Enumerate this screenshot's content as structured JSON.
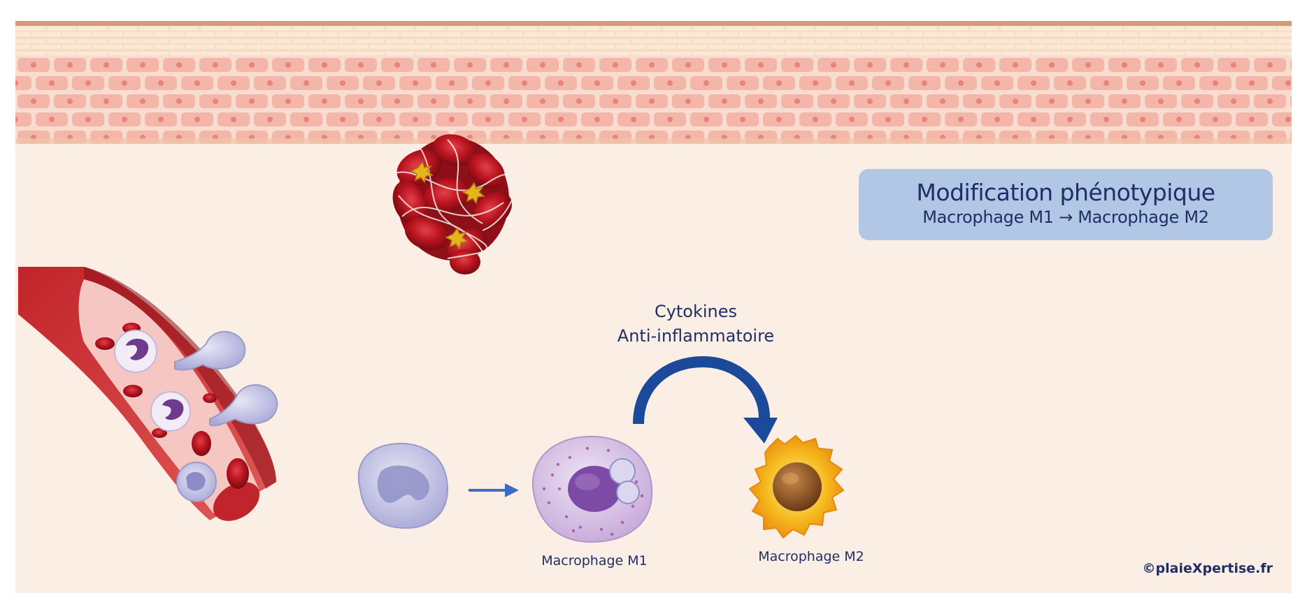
{
  "title_box": {
    "line1": "Modification phénotypique",
    "line2": "Macrophage M1 → Macrophage M2"
  },
  "cytokines": {
    "line1": "Cytokines",
    "line2": "Anti-inflammatoire"
  },
  "cells": {
    "m1_label": "Macrophage M1",
    "m2_label": "Macrophage M2"
  },
  "copyright": "©plaieXpertise.fr",
  "colors": {
    "background": "#fbefe5",
    "title_box": "#b2c6e6",
    "text": "#1e2f66",
    "arrow": "#1c4a9a",
    "blood": "#b81c22",
    "m2_cell": "#f5b31a",
    "m1_cell": "#c9b3dc"
  },
  "icons": [
    "skin-layer-icon",
    "blood-clot-icon",
    "blood-vessel-icon",
    "monocyte-icon",
    "macrophage-m1-icon",
    "macrophage-m2-icon",
    "curved-arrow-icon",
    "straight-arrow-icon"
  ]
}
